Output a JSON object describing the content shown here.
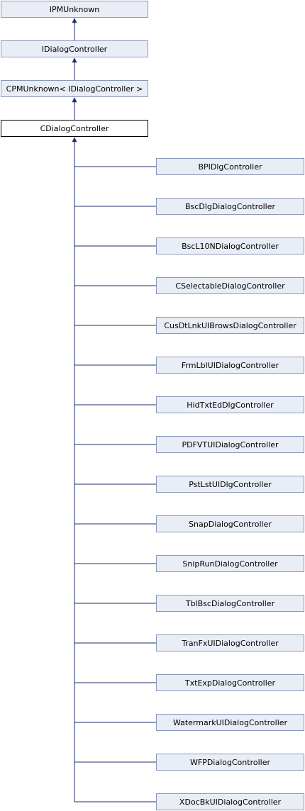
{
  "diagram": {
    "top_chain": [
      "IPMUnknown",
      "IDialogController",
      "CPMUnknown< IDialogController >"
    ],
    "current": "CDialogController",
    "derived": [
      "BPIDlgController",
      "BscDlgDialogController",
      "BscL10NDialogController",
      "CSelectableDialogController",
      "CusDtLnkUIBrowsDialogController",
      "FrmLblUIDialogController",
      "HidTxtEdDlgController",
      "PDFVTUIDialogController",
      "PstLstUIDlgController",
      "SnapDialogController",
      "SnipRunDialogController",
      "TblBscDialogController",
      "TranFxUIDialogController",
      "TxtExpDialogController",
      "WatermarkUIDialogController",
      "WFPDialogController",
      "XDocBkUIDialogController"
    ]
  },
  "colors": {
    "node_fill": "#e8edf6",
    "node_border": "#8c98b8",
    "current_border": "#000000",
    "edge": "#1f2f6f"
  }
}
